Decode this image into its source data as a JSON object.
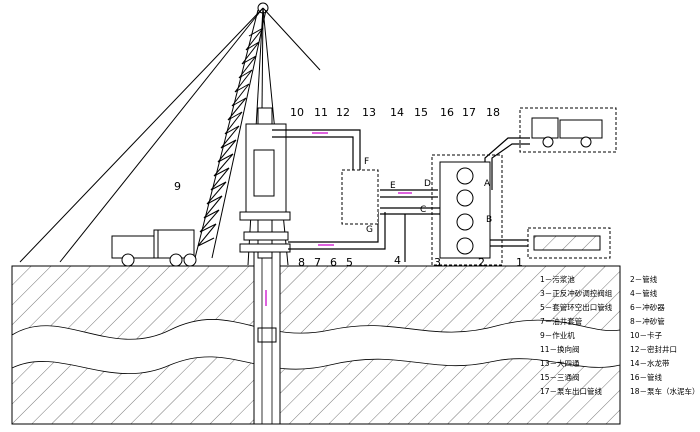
{
  "callouts": [
    "10",
    "11",
    "12",
    "13",
    "14",
    "15",
    "16",
    "17",
    "18",
    "9",
    "8",
    "7",
    "6",
    "5",
    "4",
    "3",
    "2",
    "1"
  ],
  "letters": [
    "F",
    "E",
    "D",
    "C",
    "G",
    "A",
    "B"
  ],
  "legend": [
    [
      "1－污浆池",
      "2－管线"
    ],
    [
      "3－正反冲砂调控阀组",
      "4－管线"
    ],
    [
      "5－套管环空出口管线",
      "6－冲砂器"
    ],
    [
      "7－油井套管",
      "8－冲砂管"
    ],
    [
      "9－作业机",
      "10－卡子"
    ],
    [
      "11－换向阀",
      "12－密封井口"
    ],
    [
      "13－大四通",
      "14－水龙带"
    ],
    [
      "15－三通阀",
      "16－管线"
    ],
    [
      "17－泵车出口管线",
      "18－泵车（水泥车）"
    ]
  ],
  "colors": {
    "line": "#000000",
    "flow": "#d63bd6",
    "hatch": "#555555"
  }
}
